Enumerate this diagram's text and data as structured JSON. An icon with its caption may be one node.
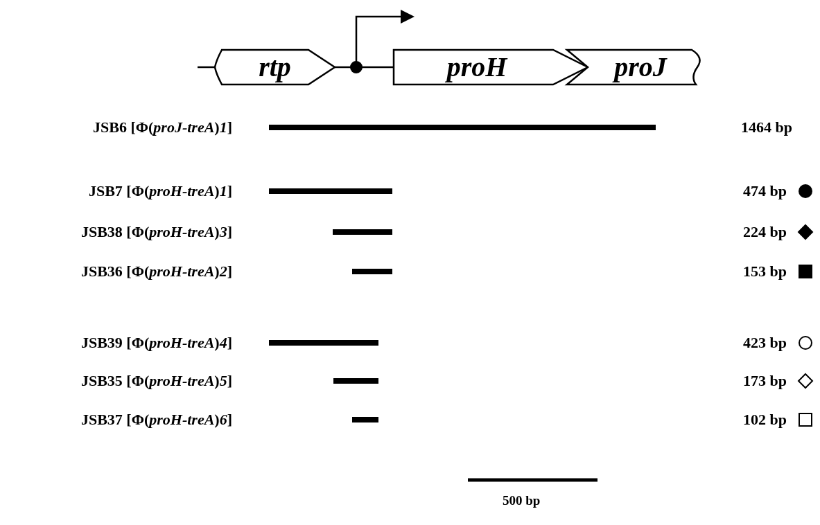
{
  "diagram": {
    "nodes": [
      {
        "text": [
          "rtp"
        ]
      },
      {
        "text": [
          "proH"
        ]
      },
      {
        "text": [
          "proJ"
        ]
      }
    ],
    "edges": [
      {
        "from": null,
        "to": 0,
        "arrow": "none"
      },
      {
        "from": 0,
        "to": 1,
        "arrow": "none"
      }
    ],
    "labels": [
      "JSB6 [Φ(*proJ-treA*)*1*]",
      "1464 bp",
      "JSB7 [Φ(*proH-treA*)*1*]",
      "474 bp",
      "JSB38 [Φ(*proH-treA*)*3*]",
      "224 bp",
      "JSB36 [Φ(*proH-treA*)*2*]",
      "153 bp",
      "JSB39 [Φ(*proH-treA*)*4*]",
      "423 bp",
      "JSB35 [Φ(*proH-treA*)*5*]",
      "173 bp",
      "JSB37 [Φ(*proH-treA*)*6*]",
      "102 bp",
      "500 bp"
    ]
  }
}
